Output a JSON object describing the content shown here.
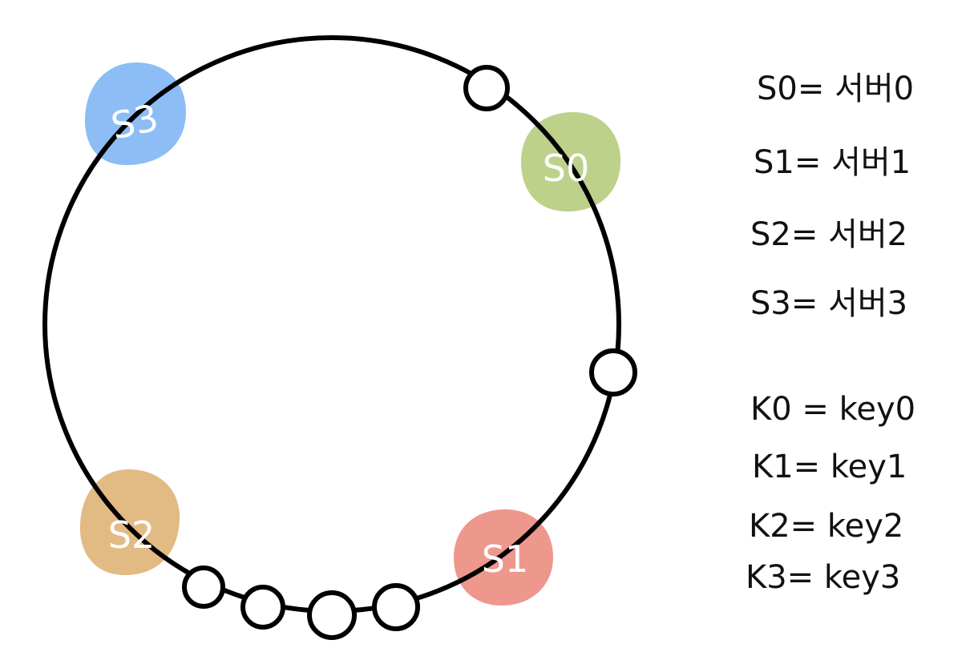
{
  "colors": {
    "ring": "#000000",
    "s0": "#bdd18a",
    "s1": "#ee978c",
    "s2": "#e2ba84",
    "s3": "#8cbdf5",
    "label": "#ffffff",
    "text": "#111111"
  },
  "servers": [
    {
      "id": "s0",
      "label": "S0"
    },
    {
      "id": "s1",
      "label": "S1"
    },
    {
      "id": "s2",
      "label": "S2"
    },
    {
      "id": "s3",
      "label": "S3"
    }
  ],
  "legend": {
    "servers": [
      "S0= 서버0",
      "S1= 서버1",
      "S2= 서버2",
      "S3= 서버3"
    ],
    "keys": [
      "K0 = key0",
      "K1= key1",
      "K2= key2",
      "K3= key3"
    ]
  }
}
